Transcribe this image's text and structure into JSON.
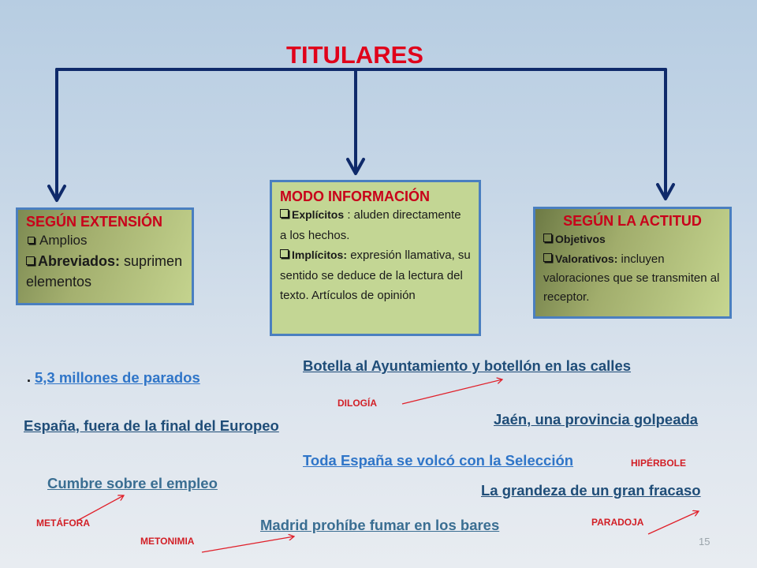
{
  "title": "TITULARES",
  "boxes": {
    "extension": {
      "title": "SEGÚN EXTENSIÓN",
      "item1": "Amplios",
      "item2_bold": "Abreviados:",
      "item2_text": "suprimen elementos"
    },
    "modo": {
      "title": "MODO INFORMACIÓN",
      "item1_bold": "Explícitos",
      "item1_text": ": aluden directamente a los hechos.",
      "item2_bold": "Implícitos:",
      "item2_text": "expresión llamativa, su sentido se deduce de la lectura del texto. Artículos de opinión"
    },
    "actitud": {
      "title": "SEGÚN LA ACTITUD",
      "item1_bold": "Objetivos",
      "item2_bold": "Valorativos:",
      "item2_text": "incluyen valoraciones que se transmiten al receptor."
    }
  },
  "headlines": {
    "parados": "5,3 millones de parados",
    "botella": "Botella al Ayuntamiento y botellón en las calles",
    "jaen": "Jaén, una provincia golpeada",
    "espana": "España, fuera de la final del Europeo",
    "toda": "Toda España se volcó con la Selección",
    "cumbre": "Cumbre sobre el empleo",
    "grandeza": "La grandeza de un gran fracaso",
    "madrid": "Madrid prohíbe fumar en los bares"
  },
  "parados_prefix": ".",
  "figures": {
    "dilogia": "DILOGÍA",
    "hiperbole": "HIPÉRBOLE",
    "metafora": "METÁFORA",
    "paradoja": "PARADOJA",
    "metonimia": "METONIMIA"
  },
  "page_number": "15",
  "colors": {
    "title": "#e0001a",
    "connector": "#0f2a6a",
    "box_border": "#4a7fc0",
    "figure_label": "#d21f26",
    "arrow": "#e0202a"
  }
}
